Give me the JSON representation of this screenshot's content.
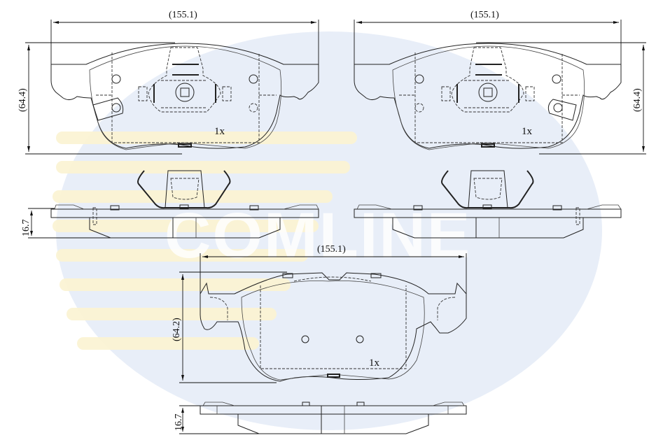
{
  "watermark": {
    "brand": "COMLINE",
    "oval_color": "#e8eef8",
    "stripe_color": "#fbf4d4"
  },
  "views": {
    "front_left": {
      "width_label": "(155.1)",
      "height_label": "(64.4)",
      "quantity": "1x"
    },
    "front_right": {
      "width_label": "(155.1)",
      "height_label": "(64.4)",
      "quantity": "1x"
    },
    "side_left": {
      "thickness_label": "16.7"
    },
    "side_right": {
      "thickness_label": ""
    },
    "front_bottom": {
      "width_label": "(155.1)",
      "height_label": "(64.2)",
      "quantity": "1x"
    },
    "side_bottom": {
      "thickness_label": "16.7"
    }
  },
  "colors": {
    "line": "#222222",
    "background": "#ffffff"
  }
}
